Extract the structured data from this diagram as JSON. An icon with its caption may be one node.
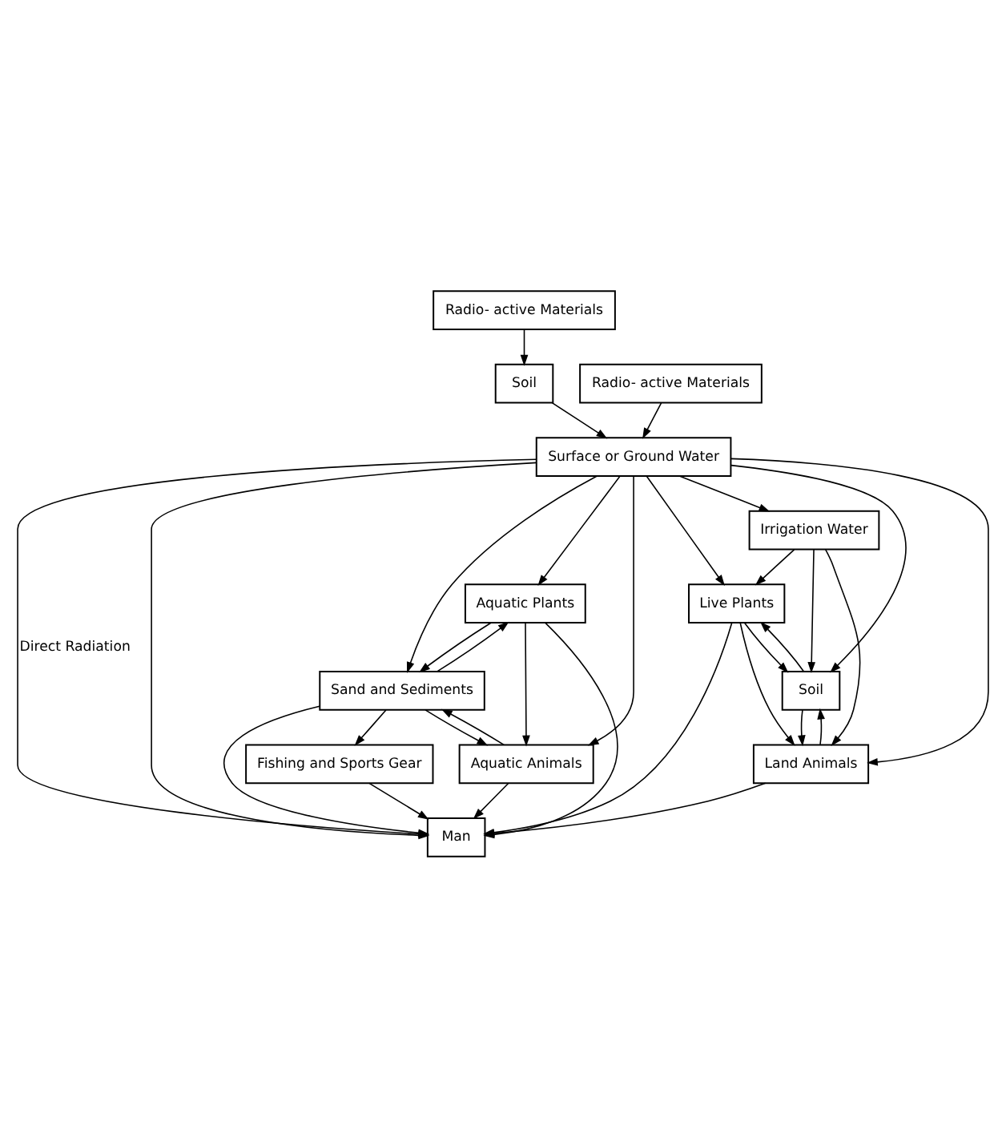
{
  "diagram": {
    "nodes": [
      {
        "text": [
          "Radio- active Materials"
        ]
      },
      {
        "text": [
          "Soil"
        ]
      },
      {
        "text": [
          "Surface or Ground Water"
        ]
      },
      {
        "text": [
          "Radio- active Materials"
        ]
      },
      {
        "text": [
          "Aquatic Plants"
        ]
      },
      {
        "text": [
          "Fishing and Sports Gear"
        ]
      },
      {
        "text": [
          "Sand and Sediments"
        ]
      },
      {
        "text": [
          "Aquatic Animals"
        ]
      },
      {
        "text": [
          "Man"
        ]
      },
      {
        "text": [
          "Irrigation Water"
        ]
      },
      {
        "text": [
          "Live Plants"
        ]
      },
      {
        "text": [
          "Soil"
        ]
      },
      {
        "text": [
          "Land Animals"
        ]
      }
    ],
    "edges": [
      {
        "from": 0,
        "to": 1,
        "arrow": "to"
      },
      {
        "from": 1,
        "to": 2,
        "arrow": "to"
      },
      {
        "from": 3,
        "to": 2,
        "arrow": "to"
      },
      {
        "from": 2,
        "to": 8,
        "arrow": "to",
        "label": "Direct Radiation"
      },
      {
        "from": 2,
        "to": 4,
        "arrow": "to"
      },
      {
        "from": 2,
        "to": 6,
        "arrow": "to"
      },
      {
        "from": 2,
        "to": 7,
        "arrow": "to"
      },
      {
        "from": 2,
        "to": 9,
        "arrow": "to"
      },
      {
        "from": 2,
        "to": 11,
        "arrow": "to"
      },
      {
        "from": 2,
        "to": 10,
        "arrow": "to"
      },
      {
        "from": 2,
        "to": 12,
        "arrow": "to"
      },
      {
        "from": 2,
        "to": 8,
        "arrow": "to"
      },
      {
        "from": 6,
        "to": 4,
        "arrow": "to"
      },
      {
        "from": 4,
        "to": 6,
        "arrow": "to"
      },
      {
        "from": 4,
        "to": 7,
        "arrow": "to"
      },
      {
        "from": 7,
        "to": 6,
        "arrow": "to"
      },
      {
        "from": 6,
        "to": 7,
        "arrow": "to"
      },
      {
        "from": 6,
        "to": 5,
        "arrow": "to"
      },
      {
        "from": 4,
        "to": 8,
        "arrow": "to"
      },
      {
        "from": 5,
        "to": 8,
        "arrow": "to"
      },
      {
        "from": 6,
        "to": 8,
        "arrow": "to"
      },
      {
        "from": 7,
        "to": 8,
        "arrow": "to"
      },
      {
        "from": 9,
        "to": 11,
        "arrow": "to"
      },
      {
        "from": 9,
        "to": 10,
        "arrow": "to"
      },
      {
        "from": 9,
        "to": 12,
        "arrow": "to"
      },
      {
        "from": 11,
        "to": 10,
        "arrow": "to"
      },
      {
        "from": 10,
        "to": 11,
        "arrow": "to"
      },
      {
        "from": 10,
        "to": 12,
        "arrow": "to"
      },
      {
        "from": 11,
        "to": 12,
        "arrow": "to"
      },
      {
        "from": 12,
        "to": 11,
        "arrow": "to"
      },
      {
        "from": 10,
        "to": 8,
        "arrow": "to"
      },
      {
        "from": 12,
        "to": 8,
        "arrow": "to"
      }
    ]
  }
}
